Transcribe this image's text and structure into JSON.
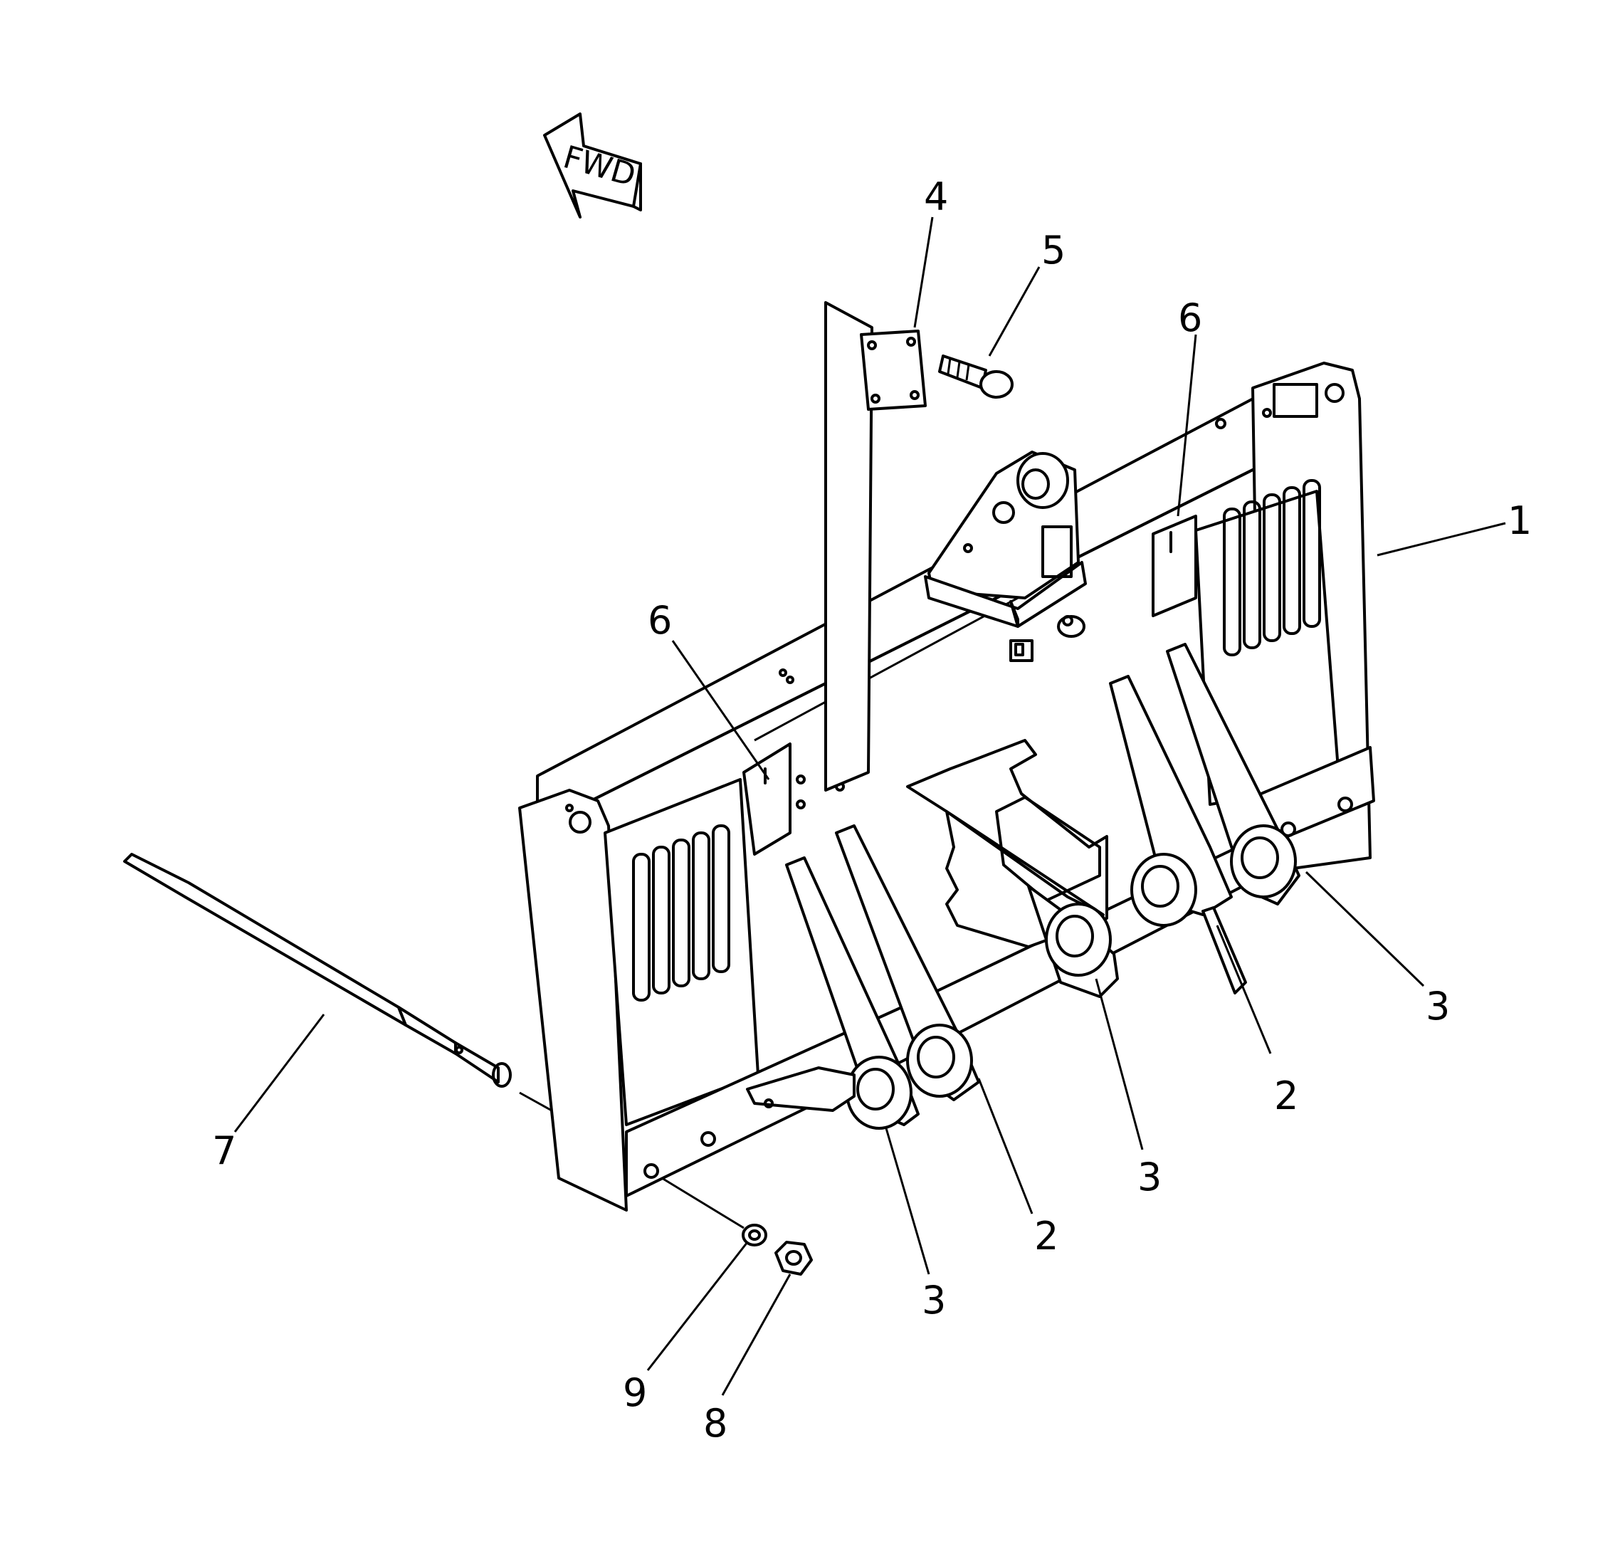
{
  "diagram": {
    "direction_marker": {
      "label": "FWD",
      "icon": "arrow-left-icon"
    },
    "callouts": [
      {
        "id": "1",
        "label": "1"
      },
      {
        "id": "2a",
        "label": "2"
      },
      {
        "id": "2b",
        "label": "2"
      },
      {
        "id": "3a",
        "label": "3"
      },
      {
        "id": "3b",
        "label": "3"
      },
      {
        "id": "3c",
        "label": "3"
      },
      {
        "id": "4",
        "label": "4"
      },
      {
        "id": "5",
        "label": "5"
      },
      {
        "id": "6a",
        "label": "6"
      },
      {
        "id": "6b",
        "label": "6"
      },
      {
        "id": "7",
        "label": "7"
      },
      {
        "id": "8",
        "label": "8"
      },
      {
        "id": "9",
        "label": "9"
      }
    ]
  }
}
